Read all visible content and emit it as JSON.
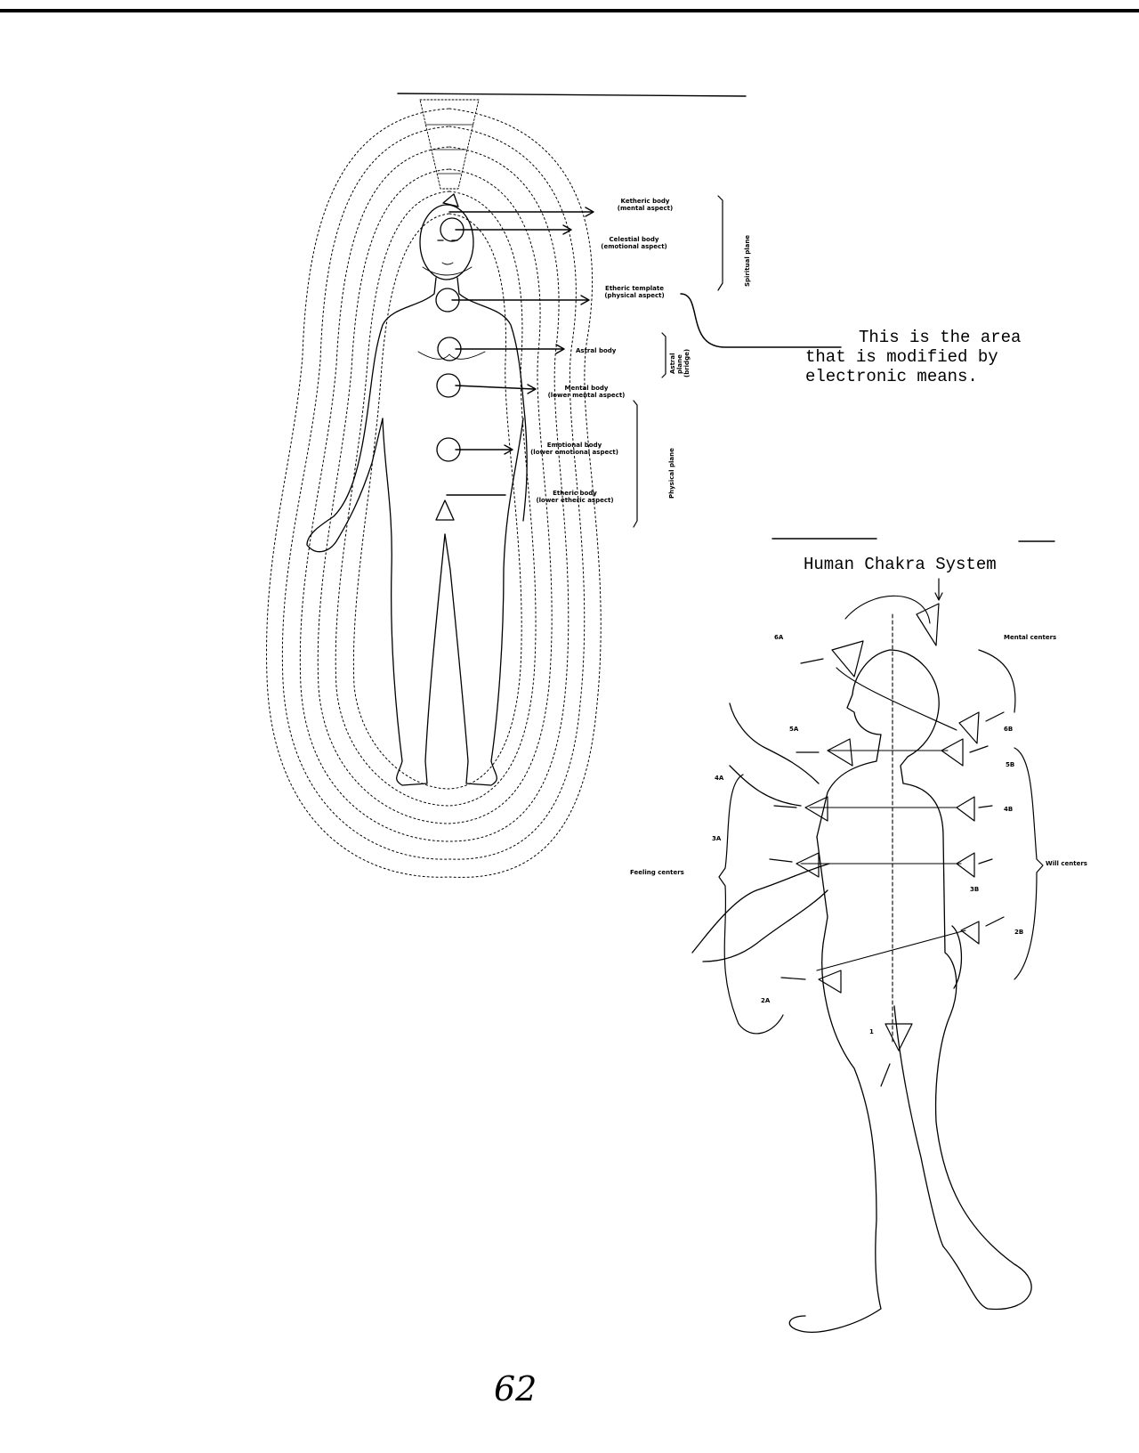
{
  "aura_figure": {
    "labels": [
      {
        "id": "ketheric",
        "line1": "Ketheric body",
        "line2": "(mental aspect)"
      },
      {
        "id": "celestial",
        "line1": "Celestial body",
        "line2": "(emotional aspect)"
      },
      {
        "id": "etheric-template",
        "line1": "Etheric template",
        "line2": "(physical aspect)"
      },
      {
        "id": "astral",
        "line1": "Astral body",
        "line2": ""
      },
      {
        "id": "mental",
        "line1": "Mental body",
        "line2": "(lower mental aspect)"
      },
      {
        "id": "emotional",
        "line1": "Emotional body",
        "line2": "(lower emotional aspect)"
      },
      {
        "id": "etheric",
        "line1": "Etheric body",
        "line2": "(lower etheric aspect)"
      }
    ],
    "planes": {
      "spiritual": "Spiritual plane",
      "astral_line1": "Astral",
      "astral_line2": "plane",
      "astral_line3": "(bridge)",
      "physical": "Physical plane"
    }
  },
  "annotation": {
    "line1": "This is the area",
    "line2": "that is modified by",
    "line3": "electronic means."
  },
  "chakra_figure": {
    "title": "Human Chakra System",
    "mental_centers": "Mental centers",
    "feeling_centers": "Feeling centers",
    "will_centers": "Will centers",
    "codes": [
      "6A",
      "6B",
      "5A",
      "5B",
      "4A",
      "4B",
      "3A",
      "3B",
      "2A",
      "2B",
      "1"
    ]
  },
  "page_number": "62"
}
